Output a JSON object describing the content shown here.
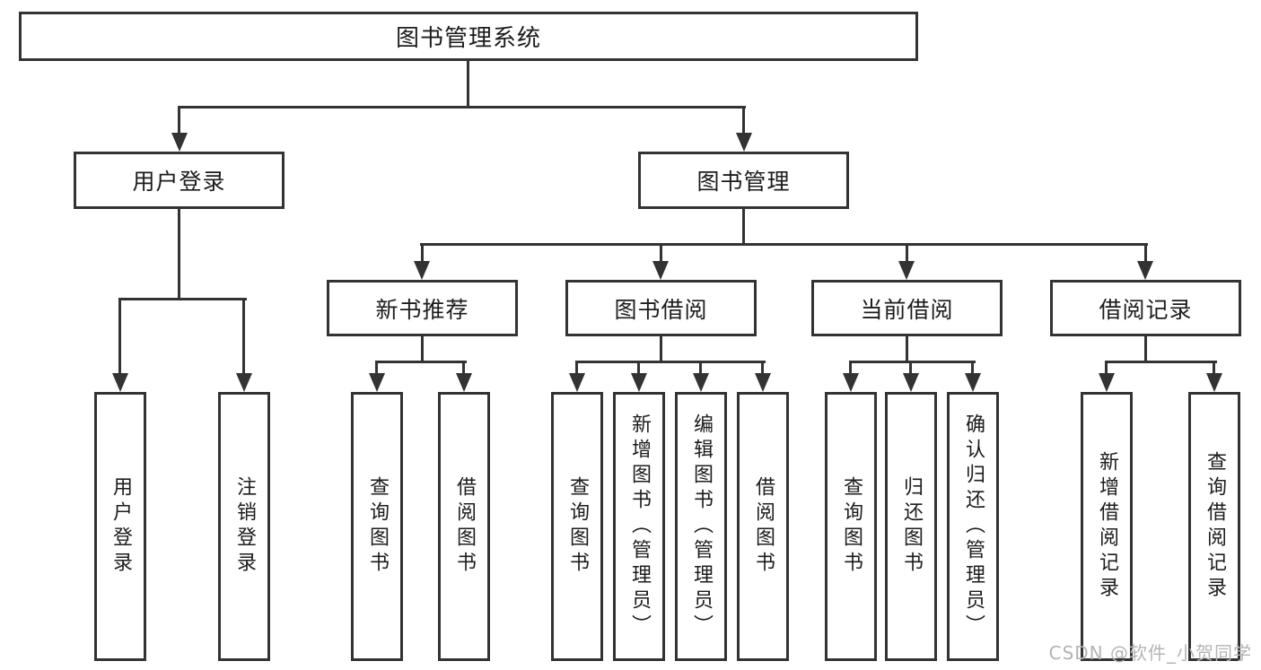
{
  "diagram": {
    "root_label": "图书管理系统",
    "branches": [
      {
        "label": "用户登录",
        "children": [
          "用户登录",
          "注销登录"
        ]
      },
      {
        "label": "图书管理",
        "sections": [
          {
            "label": "新书推荐",
            "children": [
              "查询图书",
              "借阅图书"
            ]
          },
          {
            "label": "图书借阅",
            "children": [
              "查询图书",
              "新增图书（管理员）",
              "编辑图书（管理员）",
              "借阅图书"
            ]
          },
          {
            "label": "当前借阅",
            "children": [
              "查询图书",
              "归还图书",
              "确认归还（管理员）"
            ]
          },
          {
            "label": "借阅记录",
            "children": [
              "新增借阅记录",
              "查询借阅记录"
            ]
          }
        ]
      }
    ],
    "watermark": "CSDN @软件_小贺同学",
    "colors": {
      "line": "#333333",
      "box_border": "#333333",
      "text": "#1c1c1c",
      "watermark": "#b4b4b4",
      "background": "#ffffff"
    }
  }
}
